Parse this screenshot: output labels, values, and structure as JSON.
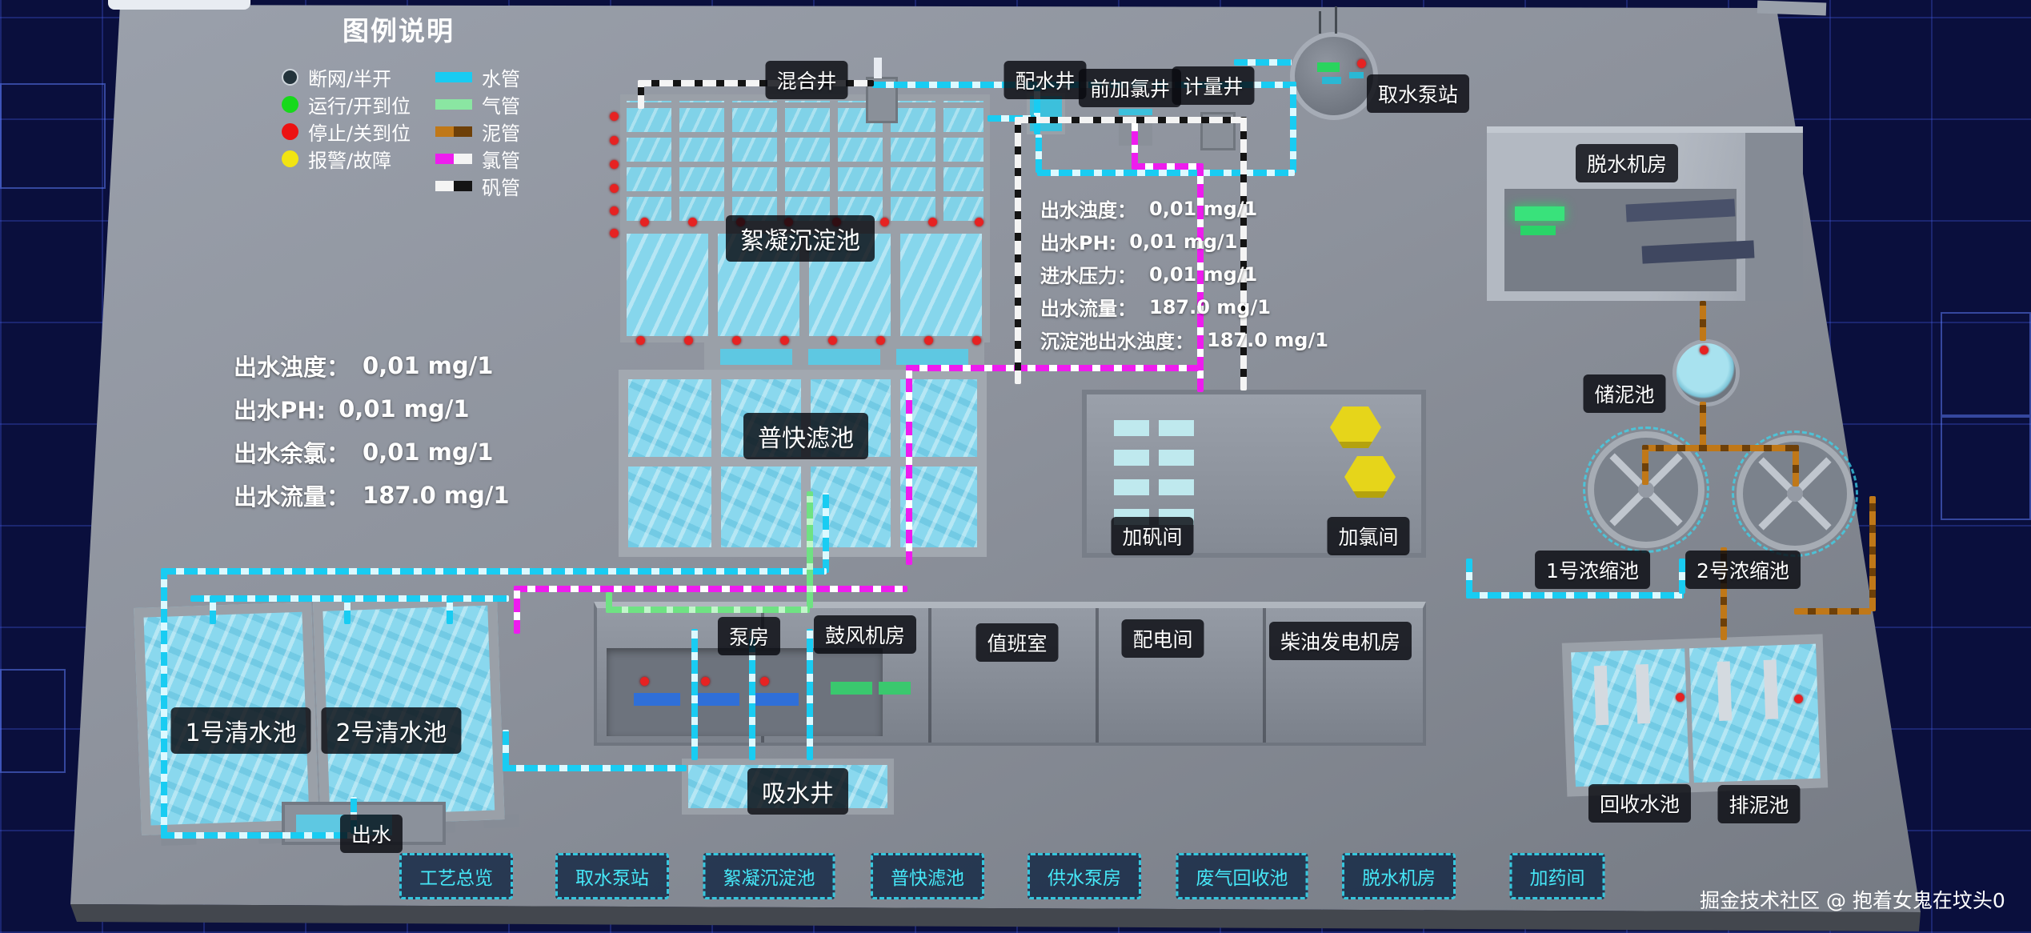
{
  "legend": {
    "title": "图例说明",
    "status_items": [
      {
        "label": "断网/半开",
        "color": "#23333b",
        "ring": true
      },
      {
        "label": "运行/开到位",
        "color": "#17d91b",
        "ring": false
      },
      {
        "label": "停止/关到位",
        "color": "#ec1212",
        "ring": false
      },
      {
        "label": "报警/故障",
        "color": "#f2e412",
        "ring": false
      }
    ],
    "pipe_items": [
      {
        "label": "水管",
        "colors": [
          "#19ccf2",
          "#19ccf2"
        ]
      },
      {
        "label": "气管",
        "colors": [
          "#8ae6a2",
          "#8ae6a2"
        ]
      },
      {
        "label": "泥管",
        "colors": [
          "#c07818",
          "#6e4008"
        ]
      },
      {
        "label": "氯管",
        "colors": [
          "#ee1cee",
          "#f4f4f4"
        ]
      },
      {
        "label": "矾管",
        "colors": [
          "#f4f4f4",
          "#141414"
        ]
      }
    ]
  },
  "stats_left": [
    {
      "label": "出水浊度：",
      "value": "0,01 mg/1"
    },
    {
      "label": "出水PH:",
      "value": "0,01 mg/1"
    },
    {
      "label": "出水余氯：",
      "value": "0,01 mg/1"
    },
    {
      "label": "出水流量：",
      "value": "187.0 mg/1"
    }
  ],
  "stats_center": [
    {
      "label": "出水浊度：",
      "value": "0,01 mg/1"
    },
    {
      "label": "出水PH:",
      "value": "0,01 mg/1"
    },
    {
      "label": "进水压力：",
      "value": "0,01 mg/1"
    },
    {
      "label": "出水流量：",
      "value": "187.0 mg/1"
    },
    {
      "label": "沉淀池出水浊度：",
      "value": "187.0 mg/1"
    }
  ],
  "labels": {
    "mixing_well": "混合井",
    "distribution_well": "配水井",
    "pre_chlorination_well": "前加氯井",
    "metering_well": "计量井",
    "intake_pump_station": "取水泵站",
    "sedimentation_tank": "絮凝沉淀池",
    "rapid_filter": "普快滤池",
    "alum_dosing_room": "加矾间",
    "chlorination_room": "加氯间",
    "dewatering_room": "脱水机房",
    "sludge_storage_tank": "储泥池",
    "thickener_1": "1号浓缩池",
    "thickener_2": "2号浓缩池",
    "pump_house": "泵房",
    "blower_room": "鼓风机房",
    "duty_room": "值班室",
    "power_distribution_room": "配电间",
    "diesel_generator_room": "柴油发电机房",
    "clear_water_tank_1": "1号清水池",
    "clear_water_tank_2": "2号清水池",
    "suction_well": "吸水井",
    "outlet": "出水",
    "recycling_tank": "回收水池",
    "sludge_discharge_tank": "排泥池"
  },
  "nav": {
    "items": [
      "工艺总览",
      "取水泵站",
      "絮凝沉淀池",
      "普快滤池",
      "供水泵房",
      "废气回收池",
      "脱水机房",
      "加药间"
    ]
  },
  "watermark": "掘金技术社区 @ 抱着女鬼在坟头0",
  "colors": {
    "background": "#0a0f3d",
    "platform": "#8d929c",
    "nav_accent": "#46e8f8",
    "water_pipe": "#19ccf2",
    "air_pipe": "#8ae6a2",
    "mud_pipe": "#c07818",
    "chlorine_pipe": "#ee1cee",
    "alum_pipe": "#f4f4f4"
  }
}
